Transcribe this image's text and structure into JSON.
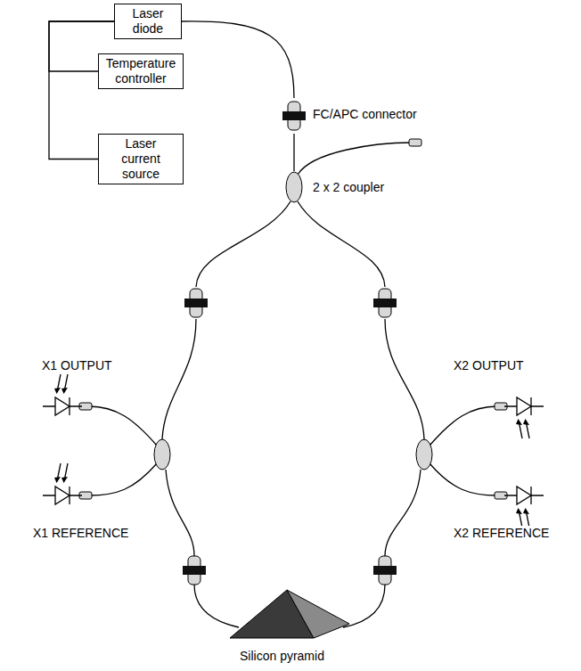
{
  "diagram": {
    "nodes": [
      {
        "text": [
          "Laser diode"
        ]
      },
      {
        "text": [
          "Temperature controller"
        ]
      },
      {
        "text": [
          "Laser current source"
        ]
      }
    ],
    "edges": [
      {
        "from": 0,
        "to": 1,
        "arrow": "none"
      },
      {
        "from": 0,
        "to": 2,
        "arrow": "none"
      }
    ],
    "labels": [
      "FC/APC connector",
      "2 x 2 coupler",
      "X1 OUTPUT",
      "X1 REFERENCE",
      "X2 OUTPUT",
      "X2 REFERENCE",
      "Silicon pyramid"
    ]
  }
}
